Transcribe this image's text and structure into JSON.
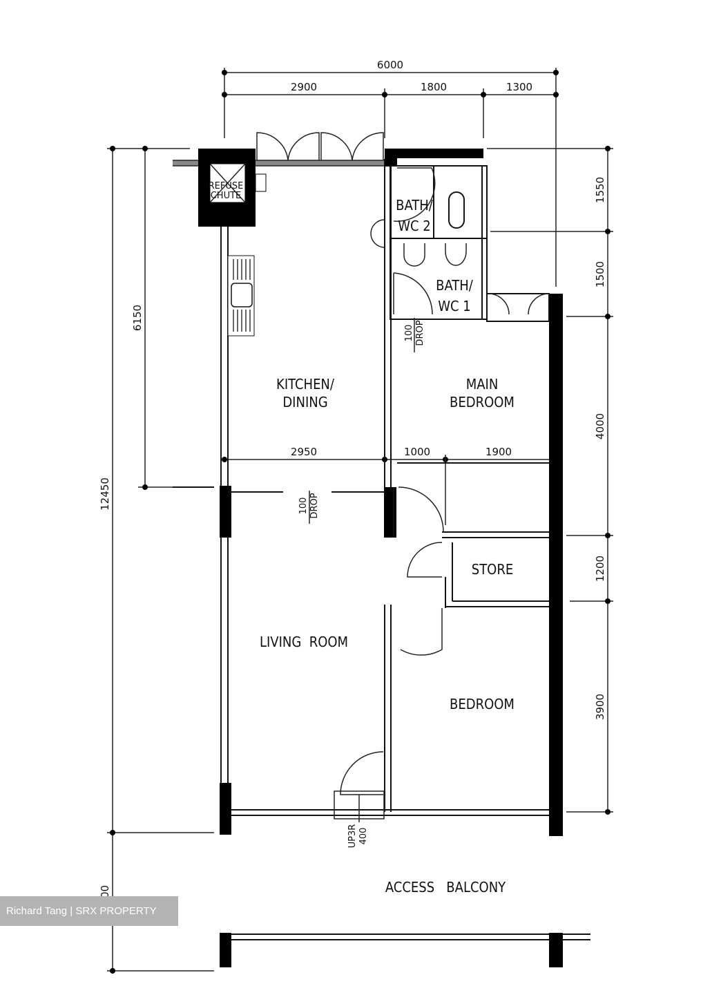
{
  "dimensions": {
    "top_total": "6000",
    "top_segments": [
      "2900",
      "1800",
      "1300"
    ],
    "left_total": "12450",
    "left_kitchen": "6150",
    "left_balcony": "2400",
    "right_segments": [
      "1550",
      "1500",
      "4000",
      "1200",
      "3900"
    ],
    "inner_segments": [
      "2950",
      "1000",
      "1900"
    ]
  },
  "rooms": {
    "refuse_chute": [
      "REFUSE",
      "CHUTE"
    ],
    "bath_wc_2": [
      "BATH/",
      "WC  2"
    ],
    "bath_wc_1": [
      "BATH/",
      "WC  1"
    ],
    "kitchen": [
      "KITCHEN/",
      "DINING"
    ],
    "main_bedroom": [
      "MAIN",
      "BEDROOM"
    ],
    "store": "STORE",
    "living_room": "LIVING  ROOM",
    "bedroom": "BEDROOM",
    "access_balcony": "ACCESS   BALCONY"
  },
  "notes": {
    "drop_bath": [
      "100",
      "DROP"
    ],
    "drop_kitchen": [
      "100",
      "DROP"
    ],
    "step_up": [
      "UP3R",
      "400"
    ]
  },
  "watermark": "Richard Tang | SRX PROPERTY"
}
